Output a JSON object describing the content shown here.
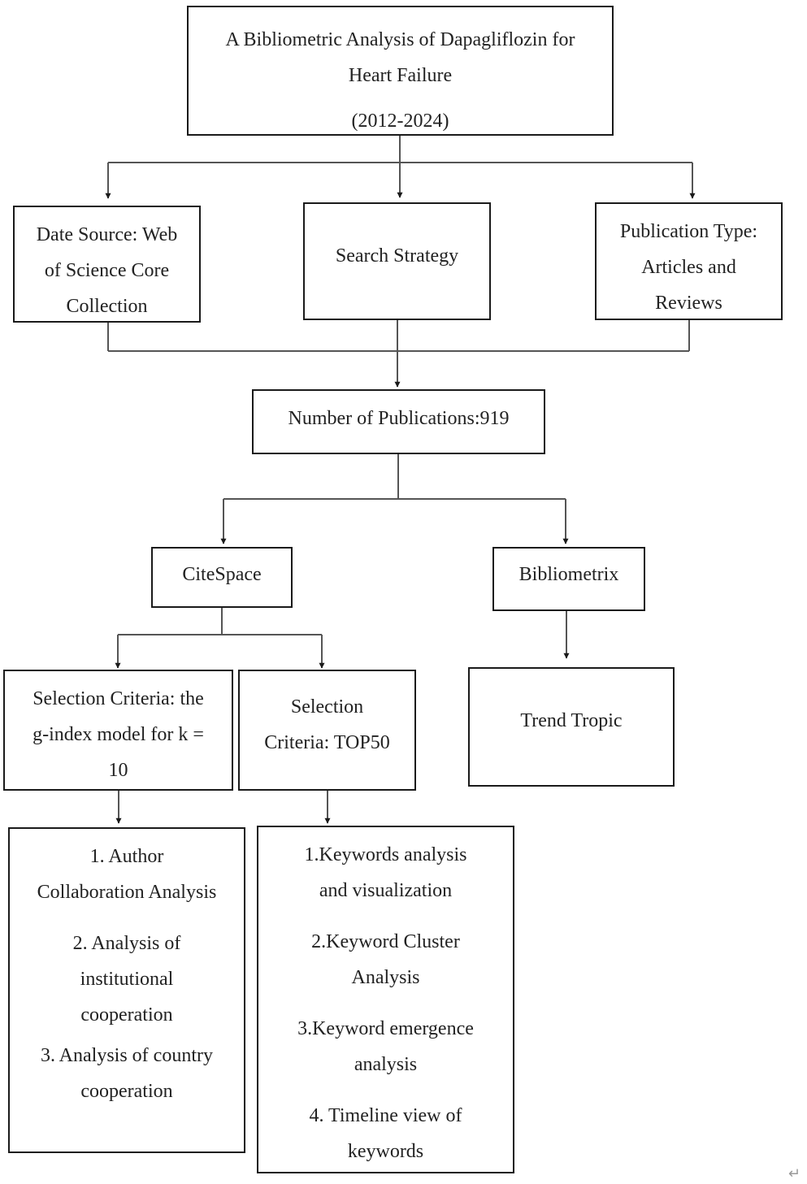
{
  "title": {
    "line1": "A Bibliometric Analysis of Dapagliflozin for",
    "line2": "Heart Failure",
    "line3": "(2012-2024)"
  },
  "data_source": [
    "Date Source: Web",
    "of Science Core",
    "Collection"
  ],
  "search_strategy": "Search Strategy",
  "publication_type": [
    "Publication Type:",
    "Articles and",
    "Reviews"
  ],
  "publications": "Number of Publications:919",
  "citespace": "CiteSpace",
  "bibliometrix": "Bibliometrix",
  "criteria_g": [
    "Selection Criteria: the",
    "g-index model for k =",
    "10"
  ],
  "criteria_top": [
    "Selection",
    "Criteria: TOP50"
  ],
  "trend": "Trend Tropic",
  "analyses_left": {
    "item1": [
      "1. Author",
      "Collaboration Analysis"
    ],
    "item2": [
      "2. Analysis of",
      "institutional",
      "cooperation"
    ],
    "item3": [
      "3. Analysis of country",
      "cooperation"
    ]
  },
  "analyses_right": {
    "item1": [
      "1.Keywords analysis",
      "and visualization"
    ],
    "item2": [
      "2.Keyword Cluster",
      "Analysis"
    ],
    "item3": [
      "3.Keyword emergence",
      "analysis"
    ],
    "item4": [
      "4. Timeline view of",
      "keywords"
    ]
  },
  "corner_mark": "↵"
}
